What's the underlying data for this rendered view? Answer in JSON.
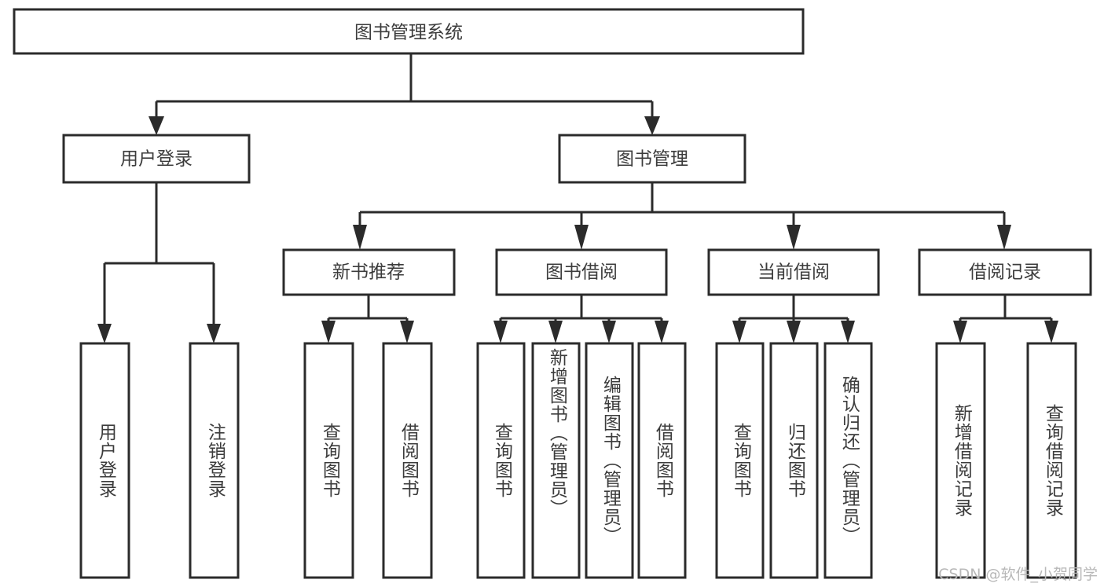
{
  "diagram": {
    "type": "tree",
    "title": "图书管理系统",
    "root": {
      "id": "root",
      "label": "图书管理系统",
      "orientation": "horizontal"
    },
    "level1": [
      {
        "id": "user-login",
        "label": "用户登录",
        "orientation": "horizontal"
      },
      {
        "id": "book-manage",
        "label": "图书管理",
        "orientation": "horizontal"
      }
    ],
    "level2": [
      {
        "id": "new-book-recommend",
        "label": "新书推荐",
        "parent": "book-manage",
        "orientation": "horizontal"
      },
      {
        "id": "book-borrow",
        "label": "图书借阅",
        "parent": "book-manage",
        "orientation": "horizontal"
      },
      {
        "id": "current-borrow",
        "label": "当前借阅",
        "parent": "book-manage",
        "orientation": "horizontal"
      },
      {
        "id": "borrow-record",
        "label": "借阅记录",
        "parent": "book-manage",
        "orientation": "horizontal"
      }
    ],
    "leaves": [
      {
        "id": "leaf-user-login",
        "label": "用户登录",
        "parent": "user-login",
        "orientation": "vertical"
      },
      {
        "id": "leaf-logout",
        "label": "注销登录",
        "parent": "user-login",
        "orientation": "vertical"
      },
      {
        "id": "leaf-query-book-1",
        "label": "查询图书",
        "parent": "new-book-recommend",
        "orientation": "vertical"
      },
      {
        "id": "leaf-borrow-book-1",
        "label": "借阅图书",
        "parent": "new-book-recommend",
        "orientation": "vertical"
      },
      {
        "id": "leaf-query-book-2",
        "label": "查询图书",
        "parent": "book-borrow",
        "orientation": "vertical"
      },
      {
        "id": "leaf-add-book",
        "label": "新增图书（管理员）",
        "parent": "book-borrow",
        "orientation": "vertical"
      },
      {
        "id": "leaf-edit-book",
        "label": "编辑图书（管理员）",
        "parent": "book-borrow",
        "orientation": "vertical"
      },
      {
        "id": "leaf-borrow-book-2",
        "label": "借阅图书",
        "parent": "book-borrow",
        "orientation": "vertical"
      },
      {
        "id": "leaf-query-book-3",
        "label": "查询图书",
        "parent": "current-borrow",
        "orientation": "vertical"
      },
      {
        "id": "leaf-return-book",
        "label": "归还图书",
        "parent": "current-borrow",
        "orientation": "vertical"
      },
      {
        "id": "leaf-confirm-return",
        "label": "确认归还（管理员）",
        "parent": "current-borrow",
        "orientation": "vertical"
      },
      {
        "id": "leaf-add-record",
        "label": "新增借阅记录",
        "parent": "borrow-record",
        "orientation": "vertical"
      },
      {
        "id": "leaf-query-record",
        "label": "查询借阅记录",
        "parent": "borrow-record",
        "orientation": "vertical"
      }
    ],
    "colors": {
      "box_stroke": "#2b2b2b",
      "box_fill": "#ffffff",
      "text": "#3c3c3c",
      "background": "#ffffff",
      "watermark": "#b8b8b8"
    }
  },
  "watermark": {
    "text": "CSDN @软件_小贺同学"
  }
}
